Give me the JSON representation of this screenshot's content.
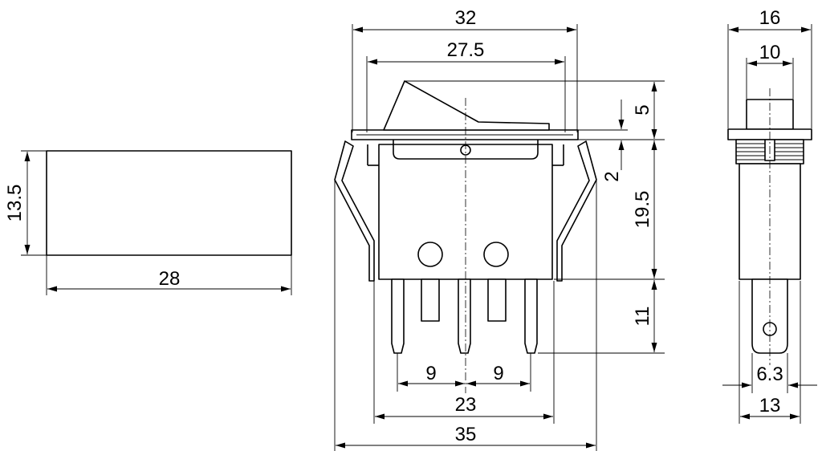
{
  "dimensions": {
    "cutout_width": "28",
    "cutout_height": "13.5",
    "frame_width": "32",
    "rocker_width": "27.5",
    "rocker_height": "5",
    "frame_thickness": "2",
    "body_height": "19.5",
    "terminal_length": "11",
    "pitch_left": "9",
    "pitch_right": "9",
    "terminal_span": "23",
    "clip_span": "35",
    "side_frame_width": "16",
    "side_rocker_width": "10",
    "terminal_width": "6.3",
    "side_body_width": "13"
  }
}
